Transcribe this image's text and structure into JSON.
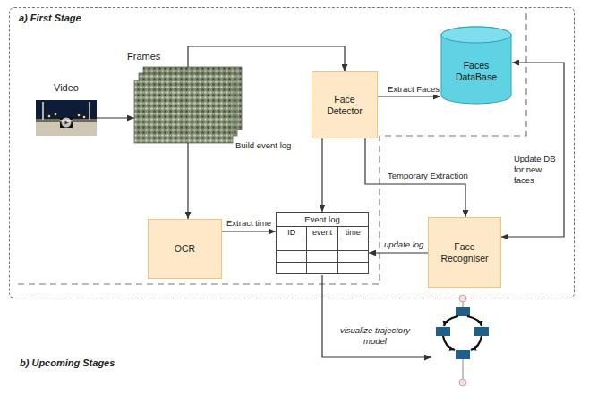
{
  "diagram": {
    "nodes": [
      {
        "text": [
          "a) First Stage"
        ]
      },
      {
        "text": [
          "Video"
        ],
        "in": 0
      },
      {
        "text": [
          "Frames"
        ],
        "in": 0
      },
      {
        "text": [
          "Face Detector"
        ],
        "in": 0
      },
      {
        "text": [
          "Faces DataBase"
        ],
        "in": 0
      },
      {
        "text": [
          "OCR"
        ],
        "in": 0
      },
      {
        "text": [
          "Event log",
          "ID",
          "event",
          "time"
        ],
        "in": 0
      },
      {
        "text": [
          "Face Recogniser"
        ],
        "in": 0
      }
    ],
    "edges": [
      {
        "from": 1,
        "to": 2,
        "arrow": "to"
      },
      {
        "from": 2,
        "to": 3,
        "arrow": "to"
      },
      {
        "from": 3,
        "to": 4,
        "label": "Extract Faces",
        "arrow": "to"
      },
      {
        "from": 2,
        "to": 5,
        "arrow": "to"
      },
      {
        "from": 5,
        "to": 6,
        "label": "Extract time",
        "arrow": "to"
      },
      {
        "from": 3,
        "to": 6,
        "label": "Build event log",
        "arrow": "to"
      },
      {
        "from": 3,
        "to": 7,
        "label": "Temporary Extraction",
        "arrow": "to"
      },
      {
        "from": 7,
        "to": 6,
        "label": "update log",
        "arrow": "to"
      },
      {
        "from": 4,
        "to": 7,
        "label": "Update DB for new faces",
        "arrow": "both"
      }
    ],
    "labels": [
      "b) Upcoming Stages",
      "visualize trajectory model"
    ]
  }
}
